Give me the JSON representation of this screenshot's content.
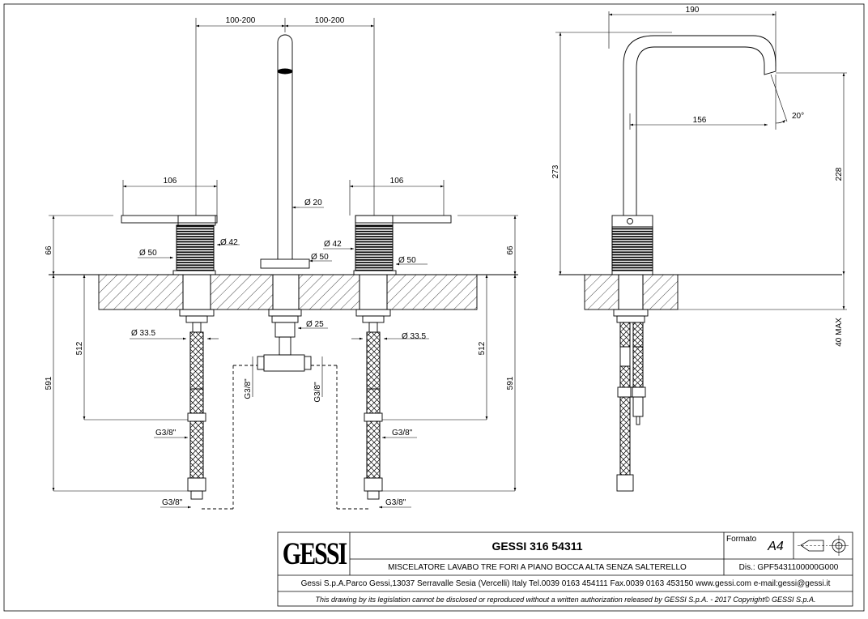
{
  "front_view": {
    "dims": {
      "spread_left": "100-200",
      "spread_right": "100-200",
      "handle_width_left": "106",
      "handle_width_right": "106",
      "spout_diam": "Ø 20",
      "body_height_left": "66",
      "body_height_right": "66",
      "body_diam_left": "Ø 42",
      "body_diam_right": "Ø 42",
      "base_diam_left": "Ø 50",
      "base_diam_center": "Ø 50",
      "base_diam_right": "Ø 50",
      "shank_diam_left": "Ø 33.5",
      "shank_diam_right": "Ø 33.5",
      "spout_shank_diam": "Ø 25",
      "hose_len_left": "512",
      "hose_len_right": "512",
      "total_len_left": "591",
      "total_len_right": "591",
      "thread_a": "G3/8\"",
      "thread_b": "G3/8\"",
      "thread_c": "G3/8\"",
      "thread_d": "G3/8\"",
      "thread_tee_left": "G3/8\"",
      "thread_tee_right": "G3/8\""
    }
  },
  "side_view": {
    "dims": {
      "depth": "190",
      "reach": "156",
      "angle": "20°",
      "overall_height": "273",
      "outlet_height": "228",
      "max_thickness": "40 MAX"
    }
  },
  "title_block": {
    "logo": "GESSI",
    "product_code": "GESSI 316 54311",
    "description": "MISCELATORE LAVABO TRE FORI A PIANO BOCCA ALTA SENZA SALTERELLO",
    "format_label": "Formato",
    "format_value": "A4",
    "drawing_number": "Dis.: GPF5431100000G000",
    "company_line": "Gessi S.p.A.Parco Gessi,13037 Serravalle Sesia (Vercelli) Italy Tel.0039 0163 454111 Fax.0039 0163 453150 www.gessi.com e-mail:gessi@gessi.it",
    "disclaimer": "This drawing by its legislation cannot be disclosed or reproduced without a written authorization released by GESSI S.p.A. - 2017 Copyright© GESSI S.p.A."
  }
}
